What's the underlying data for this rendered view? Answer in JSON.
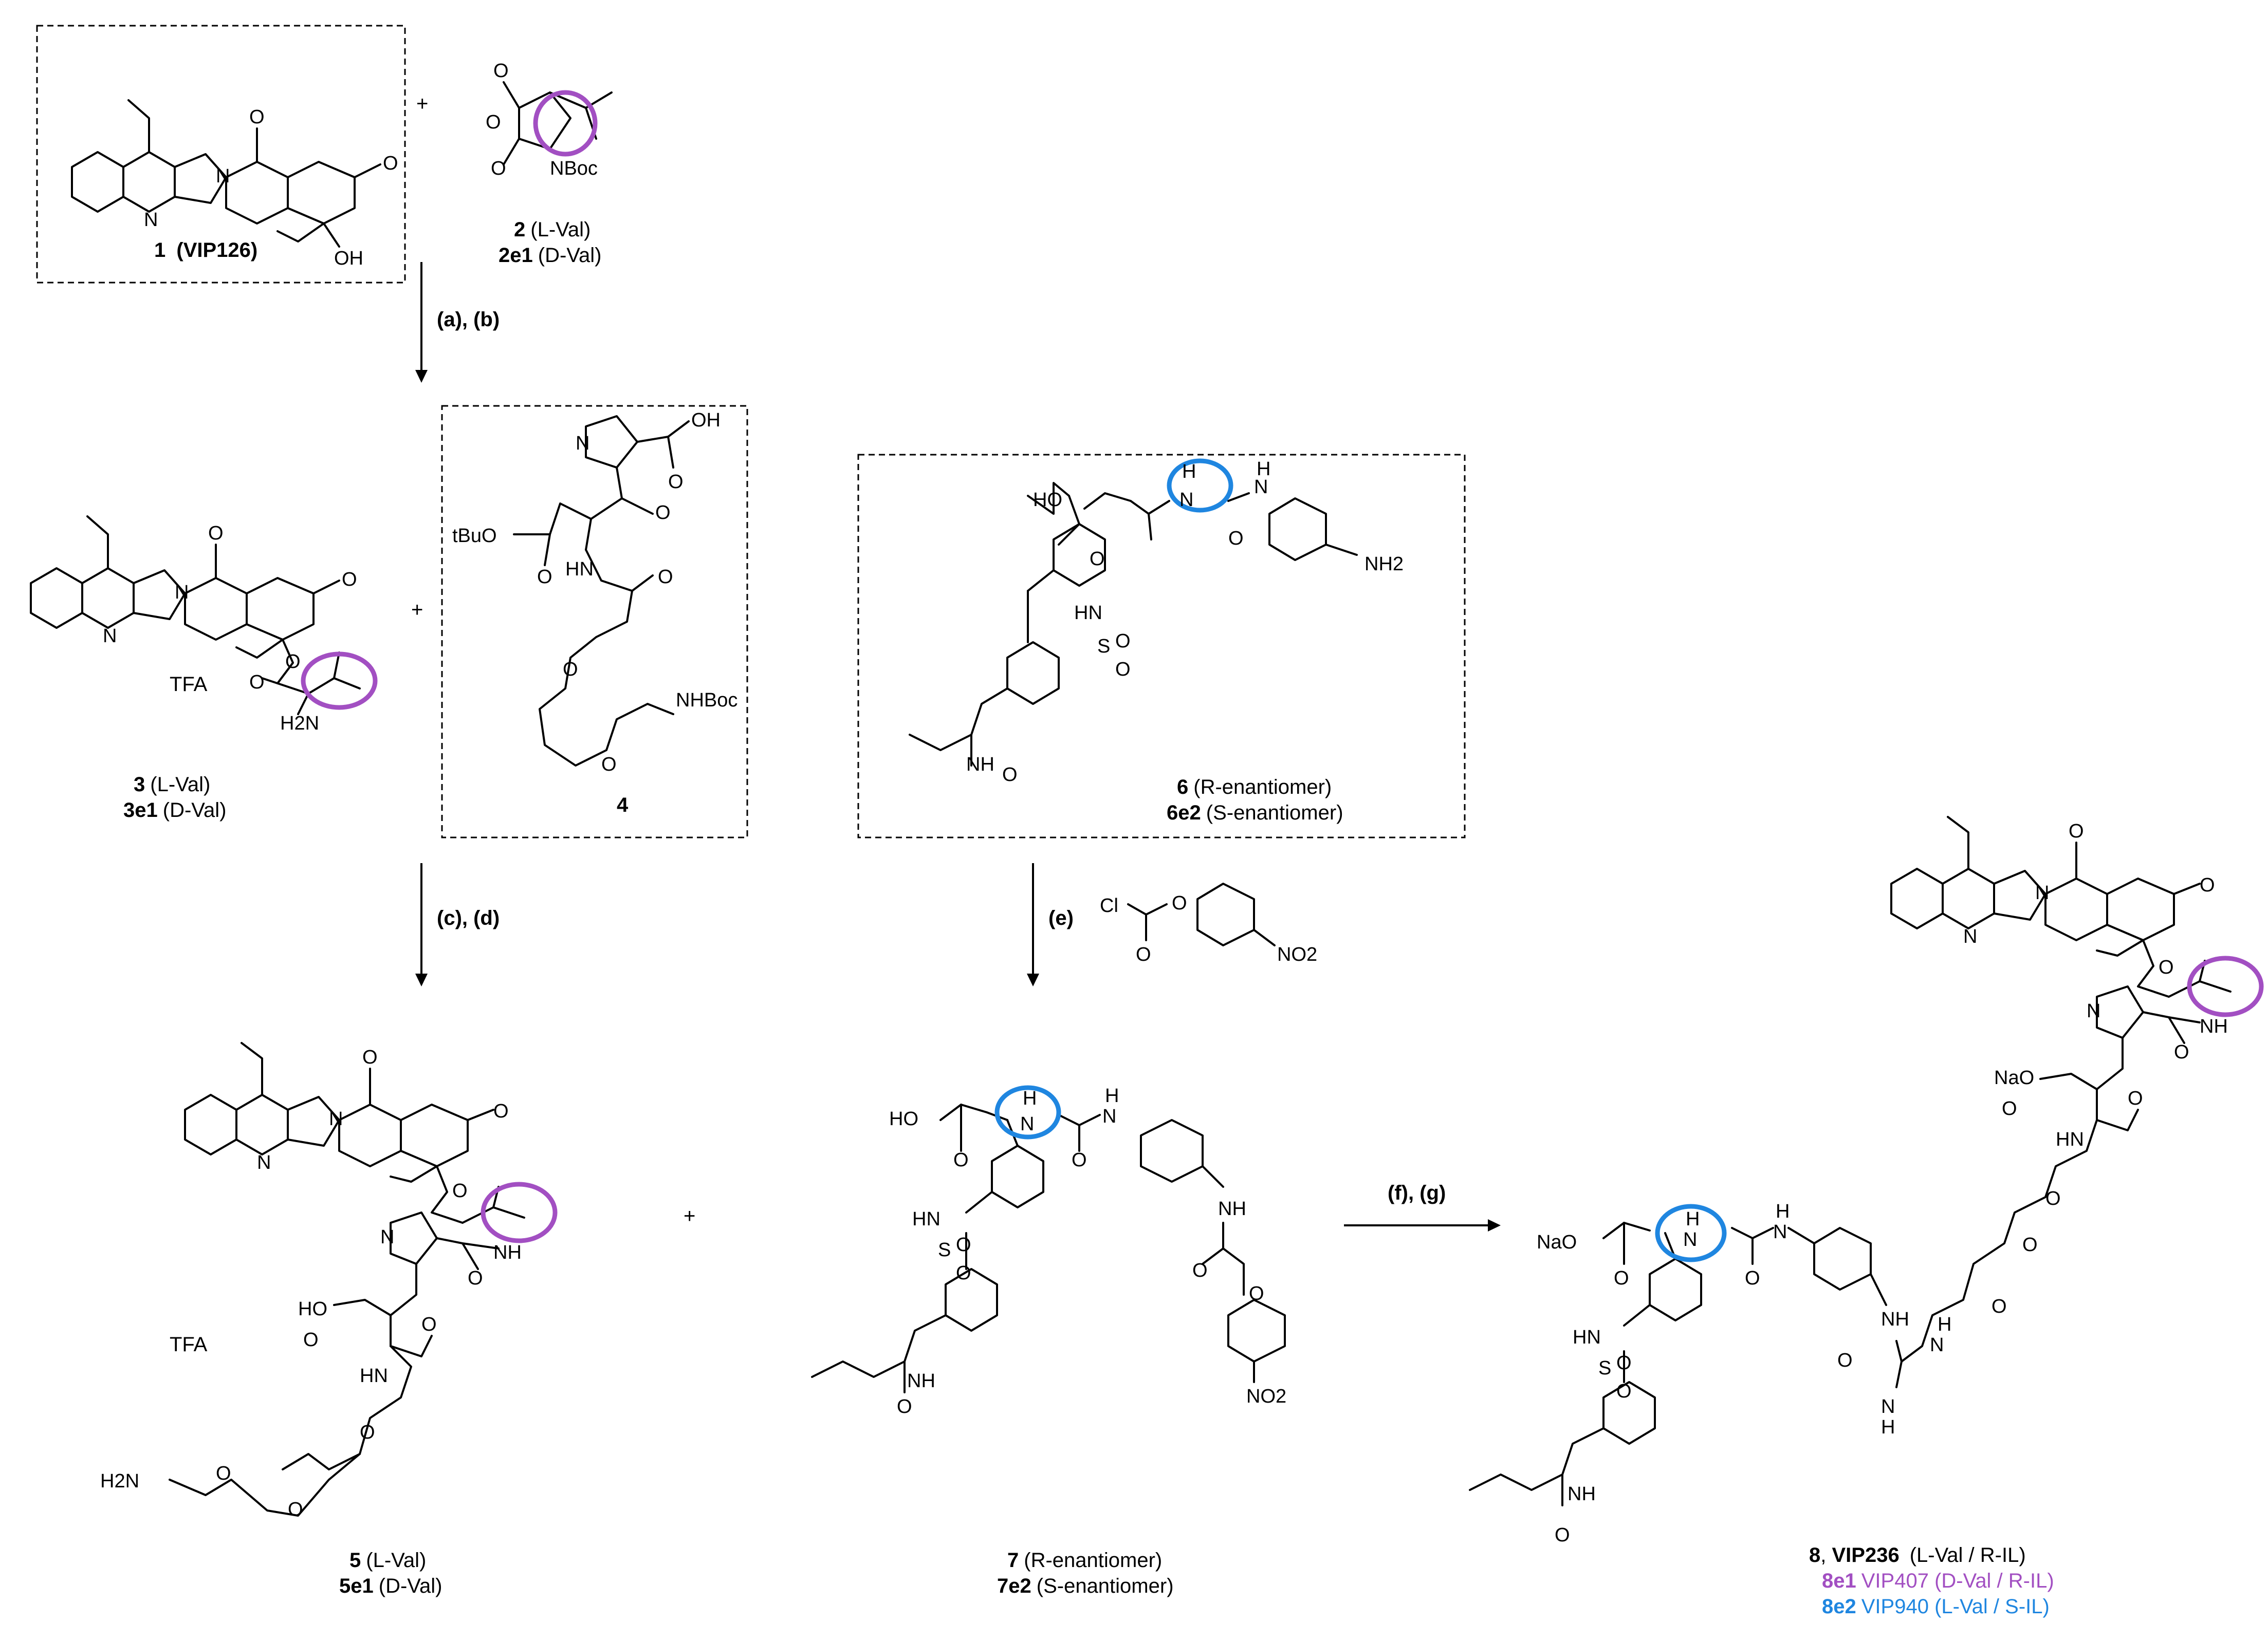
{
  "colors": {
    "black": "#000000",
    "purple_highlight": "#a24fc2",
    "blue_highlight": "#1f86e0"
  },
  "compound1": {
    "id": "1",
    "name": "VIP126"
  },
  "compound2": {
    "id": "2",
    "variant": "(L-Val)",
    "alt_id": "2e1",
    "alt_variant": "(D-Val)",
    "nboc": "NBoc"
  },
  "compound3": {
    "id": "3",
    "variant": "(L-Val)",
    "alt_id": "3e1",
    "alt_variant": "(D-Val)",
    "salt": "TFA",
    "amine": "H2N"
  },
  "compound4": {
    "id": "4",
    "tbu": "tBuO",
    "acid": "OH",
    "nhboc": "NHBoc",
    "hn": "HN"
  },
  "compound5": {
    "id": "5",
    "variant": "(L-Val)",
    "alt_id": "5e1",
    "alt_variant": "(D-Val)",
    "salt": "TFA",
    "amine": "H2N",
    "acid": "HO",
    "nh": "NH",
    "hn": "HN"
  },
  "compound6": {
    "id": "6",
    "variant": "(R-enantiomer)",
    "alt_id": "6e2",
    "alt_variant": "(S-enantiomer)",
    "nh2": "NH2",
    "ho": "HO"
  },
  "compound7": {
    "id": "7",
    "variant": "(R-enantiomer)",
    "alt_id": "7e2",
    "alt_variant": "(S-enantiomer)",
    "no2": "NO2",
    "ho": "HO"
  },
  "compound8": {
    "id": "8",
    "name": "VIP236",
    "variant": "(L-Val / R-IL)",
    "e1_id": "8e1",
    "e1_text": "VIP407 (D-Val / R-IL)",
    "e2_id": "8e2",
    "e2_text": "VIP940 (L-Val / S-IL)",
    "nao": "NaO"
  },
  "reagent_e": {
    "cl": "Cl",
    "no2": "NO2"
  },
  "steps": {
    "ab": "(a), (b)",
    "cd": "(c), (d)",
    "e": "(e)",
    "fg": "(f), (g)"
  },
  "plus": "+"
}
